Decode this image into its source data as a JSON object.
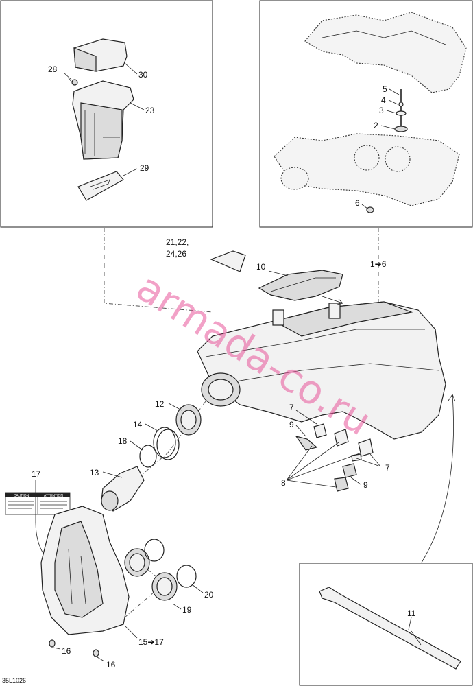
{
  "diagram": {
    "callouts": {
      "c1": "1➔6",
      "c2": "2",
      "c3": "3",
      "c4": "4",
      "c5": "5",
      "c6": "6",
      "c7a": "7",
      "c7b": "7",
      "c8": "8",
      "c9a": "9",
      "c9b": "9",
      "c10": "10",
      "c11": "11",
      "c12": "12",
      "c13": "13",
      "c14": "14",
      "c15": "15➔17",
      "c16a": "16",
      "c16b": "16",
      "c17": "17",
      "c18": "18",
      "c19": "19",
      "c20": "20",
      "c21a": "21,22,",
      "c21b": "24,26",
      "c23": "23",
      "c28": "28",
      "c29": "29",
      "c30": "30"
    },
    "label_sticker": {
      "caution": "CAUTION",
      "attention": "ATTENTION"
    },
    "watermark": "armada-co.ru",
    "reference_code": "35L1026"
  }
}
